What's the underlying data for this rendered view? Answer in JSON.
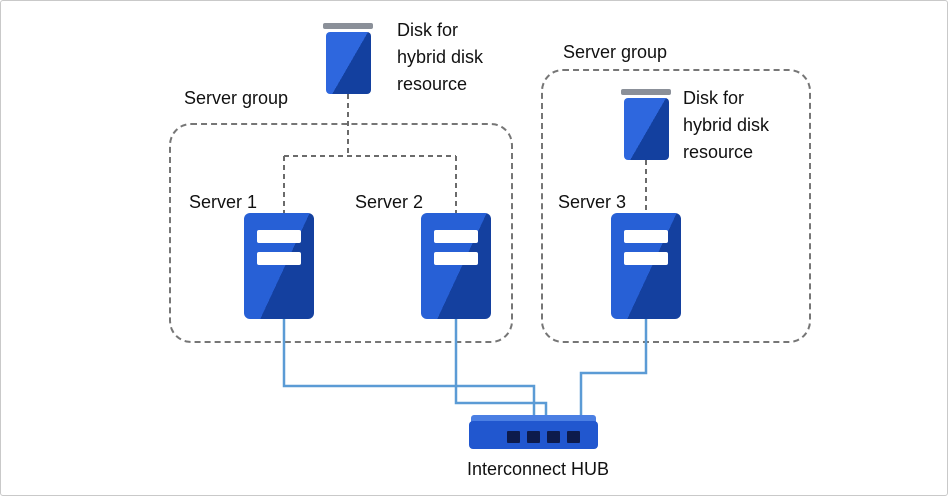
{
  "groups": [
    {
      "label": "Server group"
    },
    {
      "label": "Server group"
    }
  ],
  "disks": [
    {
      "label": "Disk for\nhybrid disk\nresource"
    },
    {
      "label": "Disk for\nhybrid disk\nresource"
    }
  ],
  "servers": [
    {
      "label": "Server 1"
    },
    {
      "label": "Server 2"
    },
    {
      "label": "Server 3"
    }
  ],
  "hub": {
    "label": "Interconnect HUB"
  },
  "colors": {
    "icon_blue": "#2760d6",
    "icon_blue_dark": "#14409f",
    "disk_cap_gray": "#8b9099",
    "hub_blue": "#2157cf",
    "hub_port_navy": "#0d1b4c",
    "connector_blue": "#5b9bd5",
    "dashed_gray": "#6b6b6b",
    "group_border_gray": "#767676"
  }
}
